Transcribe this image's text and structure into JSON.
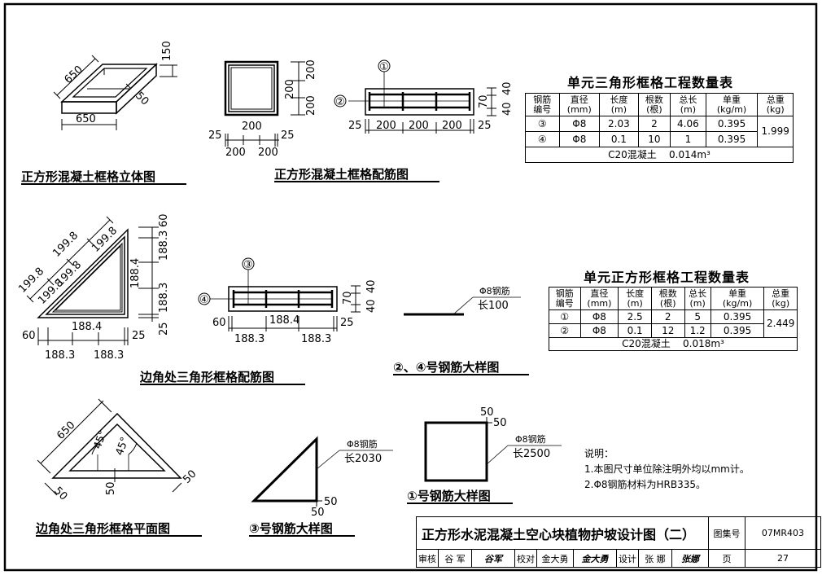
{
  "drawing": {
    "views": {
      "square_3d": {
        "title": "正方形混凝土框格立体图",
        "dims": [
          "650",
          "150",
          "50",
          "650"
        ]
      },
      "square_rebar": {
        "title": "正方形混凝土框格配筋图",
        "dims_right": [
          "200",
          "200",
          "200"
        ],
        "dims_bottom_top": [
          "25",
          "200",
          "25"
        ],
        "dims_bottom_low": [
          "200",
          "200"
        ]
      },
      "square_section": {
        "marks": [
          "①",
          "②"
        ],
        "dims_right": [
          "40",
          "70",
          "40"
        ],
        "dims_bottom": [
          "25",
          "200",
          "200",
          "200",
          "25"
        ]
      },
      "tri_rebar": {
        "title": "边角处三角形框格配筋图",
        "dims_diag_outer": [
          "199.8",
          "199.8",
          "199.8"
        ],
        "dims_diag_inner": [
          "199.8",
          "199.8"
        ],
        "dims_right": [
          "60",
          "188.3",
          "188.4",
          "188.3",
          "25"
        ],
        "dims_bottom": [
          "60",
          "188.4",
          "25",
          "188.3",
          "188.3"
        ]
      },
      "tri_section": {
        "marks": [
          "③",
          "④"
        ],
        "dims_right": [
          "40",
          "70",
          "40"
        ],
        "dims_bottom": [
          "60",
          "188.4",
          "25",
          "188.3",
          "188.3"
        ]
      },
      "bar_2_4": {
        "title": "②、④号钢筋大样图",
        "label_top": "Φ8钢筋",
        "label_bottom": "长100"
      },
      "tri_plan": {
        "title": "边角处三角形框格平面图",
        "dims": [
          "650",
          "45°",
          "45°",
          "50",
          "50",
          "50"
        ]
      },
      "bar_3": {
        "title": "③号钢筋大样图",
        "label_top": "Φ8钢筋",
        "label_bottom": "长2030",
        "dims": [
          "50",
          "50"
        ]
      },
      "bar_1": {
        "title": "①号钢筋大样图",
        "label_top": "Φ8钢筋",
        "label_bottom": "长2500",
        "dims": [
          "50",
          "50"
        ]
      }
    },
    "tables": {
      "triangle": {
        "title": "单元三角形框格工程数量表",
        "headers": [
          [
            "钢筋",
            "编号"
          ],
          [
            "直径",
            "(mm)"
          ],
          [
            "长度",
            "(m)"
          ],
          [
            "根数",
            "(根)"
          ],
          [
            "总长",
            "(m)"
          ],
          [
            "单重",
            "(kg/m)"
          ],
          [
            "总重",
            "(kg)"
          ]
        ],
        "rows": [
          {
            "no": "③",
            "dia": "Φ8",
            "len": "2.03",
            "count": "2",
            "total_len": "4.06",
            "unit_wt": "0.395"
          },
          {
            "no": "④",
            "dia": "Φ8",
            "len": "0.1",
            "count": "10",
            "total_len": "1",
            "unit_wt": "0.395"
          }
        ],
        "total_weight": "1.999",
        "concrete": "C20混凝土    0.014m³"
      },
      "square": {
        "title": "单元正方形框格工程数量表",
        "headers": [
          [
            "钢筋",
            "编号"
          ],
          [
            "直径",
            "(mm)"
          ],
          [
            "长度",
            "(m)"
          ],
          [
            "根数",
            "(根)"
          ],
          [
            "总长",
            "(m)"
          ],
          [
            "单重",
            "(kg/m)"
          ],
          [
            "总重",
            "(kg)"
          ]
        ],
        "rows": [
          {
            "no": "①",
            "dia": "Φ8",
            "len": "2.5",
            "count": "2",
            "total_len": "5",
            "unit_wt": "0.395"
          },
          {
            "no": "②",
            "dia": "Φ8",
            "len": "0.1",
            "count": "12",
            "total_len": "1.2",
            "unit_wt": "0.395"
          }
        ],
        "total_weight": "2.449",
        "concrete": "C20混凝土    0.018m³"
      }
    },
    "notes": {
      "heading": "说明：",
      "items": [
        "1.本图尺寸单位除注明外均以mm计。",
        "2.Φ8钢筋材料为HRB335。"
      ]
    },
    "title_block": {
      "drawing_title": "正方形水泥混凝土空心块植物护坡设计图（二）",
      "atlas_label": "图集号",
      "atlas_no": "07MR403",
      "page_label": "页",
      "page_no": "27",
      "review_label": "审核",
      "reviewer": "谷 军",
      "reviewer_sig": "谷军",
      "check_label": "校对",
      "checker": "金大勇",
      "checker_sig": "金大勇",
      "design_label": "设计",
      "designer": "张 娜",
      "designer_sig": "张娜"
    }
  }
}
